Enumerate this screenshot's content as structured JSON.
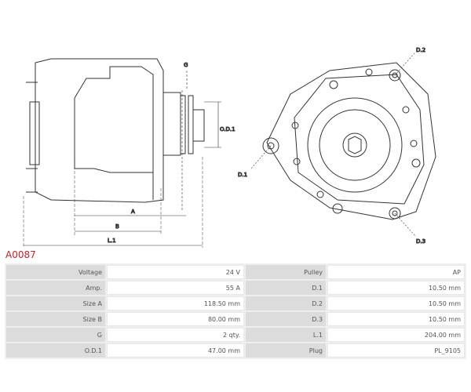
{
  "drawing": {
    "labels": {
      "g": "G",
      "od1": "O.D.1",
      "a": "A",
      "b": "B",
      "l1": "L.1",
      "d1": "D.1",
      "d2": "D.2",
      "d3": "D.3"
    }
  },
  "title": "A0087",
  "specs": [
    {
      "label": "Voltage",
      "value": "24 V",
      "label2": "Pulley",
      "value2": "AP"
    },
    {
      "label": "Amp.",
      "value": "55 A",
      "label2": "D.1",
      "value2": "10.50 mm"
    },
    {
      "label": "Size A",
      "value": "118.50 mm",
      "label2": "D.2",
      "value2": "10.50 mm"
    },
    {
      "label": "Size B",
      "value": "80.00 mm",
      "label2": "D.3",
      "value2": "10.50 mm"
    },
    {
      "label": "G",
      "value": "2 qty.",
      "label2": "L.1",
      "value2": "204.00 mm"
    },
    {
      "label": "O.D.1",
      "value": "47.00 mm",
      "label2": "Plug",
      "value2": "PL_9105"
    }
  ]
}
